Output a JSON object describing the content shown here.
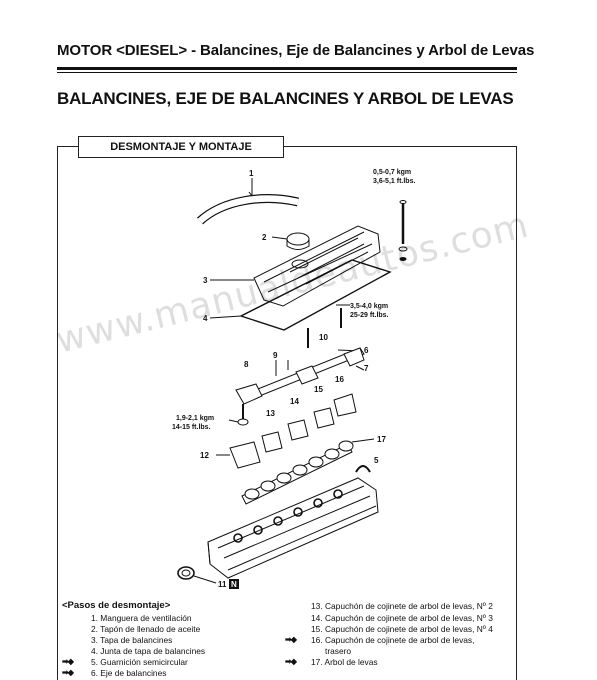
{
  "header": {
    "title": "MOTOR <DIESEL> - Balancines, Eje de Balancines y Arbol de Levas"
  },
  "section": {
    "title": "BALANCINES, EJE DE BALANCINES Y ARBOL DE LEVAS"
  },
  "tab": {
    "label": "DESMONTAJE Y MONTAJE"
  },
  "watermark": {
    "text": "www.manualdeautos.com"
  },
  "diagram": {
    "callouts": [
      "1",
      "2",
      "3",
      "4",
      "5",
      "6",
      "7",
      "8",
      "9",
      "10",
      "11",
      "12",
      "13",
      "14",
      "15",
      "16",
      "17"
    ],
    "badge": "N",
    "torque_cover_kgm": "0,5-0,7 kgm",
    "torque_cover_lbs": "3,6-5,1 ft.lbs.",
    "torque_shaft_kgm": "3,5-4,0 kgm",
    "torque_shaft_lbs": "25-29 ft.lbs.",
    "torque_bracket_kgm": "1,9-2,1 kgm",
    "torque_bracket_lbs": "14-15 ft.lbs."
  },
  "steps": {
    "heading": "<Pasos de desmontaje>",
    "left": [
      {
        "text": "1. Manguera de ventilación",
        "mark": ""
      },
      {
        "text": "2. Tapón de llenado de aceite",
        "mark": ""
      },
      {
        "text": "3. Tapa de balancines",
        "mark": ""
      },
      {
        "text": "4. Junta de tapa de balancines",
        "mark": ""
      },
      {
        "text": "5. Guarnición semicircular",
        "mark": "➡◆"
      },
      {
        "text": "6. Eje de balancines",
        "mark": "➡◆"
      }
    ],
    "right": [
      {
        "text": "13. Capuchón de cojinete de arbol de levas, Nº 2",
        "mark": ""
      },
      {
        "text": "14. Capuchón de cojinete de arbol de levas, Nº 3",
        "mark": ""
      },
      {
        "text": "15. Capuchón de cojinete de arbol de levas, Nº 4",
        "mark": ""
      },
      {
        "text": "16. Capuchón de cojinete de arbol de levas,",
        "mark": "➡◆"
      },
      {
        "text": "trasero",
        "mark": ""
      },
      {
        "text": "17. Arbol de levas",
        "mark": "➡◆"
      }
    ]
  }
}
